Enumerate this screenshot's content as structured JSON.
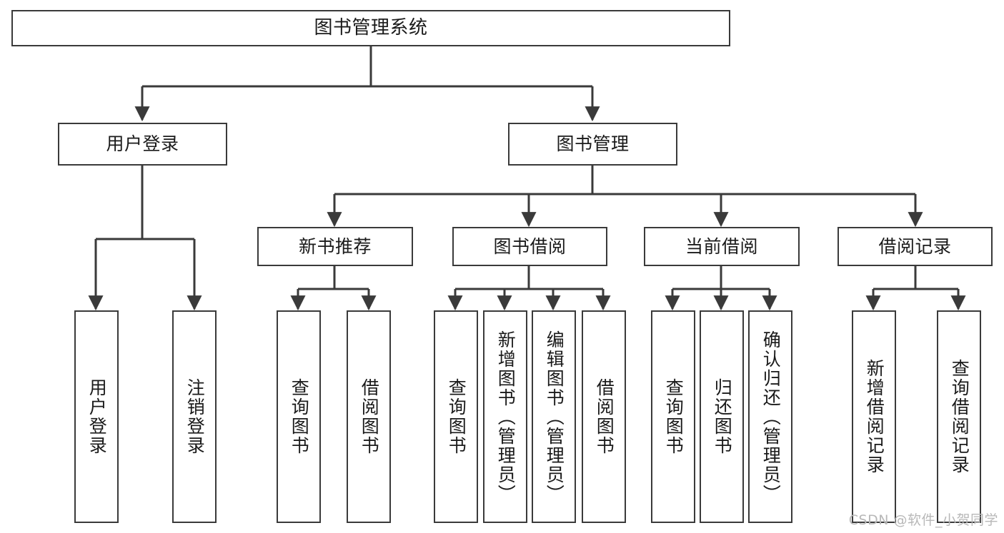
{
  "diagram": {
    "title": "图书管理系统",
    "type": "tree-hierarchy",
    "line_color": "#3a3a3a",
    "text_color": "#1a1a1a",
    "background_color": "#ffffff"
  },
  "root": {
    "label": "图书管理系统"
  },
  "level2": [
    {
      "label": "用户登录"
    },
    {
      "label": "图书管理"
    }
  ],
  "level3": [
    {
      "label": "新书推荐"
    },
    {
      "label": "图书借阅"
    },
    {
      "label": "当前借阅"
    },
    {
      "label": "借阅记录"
    }
  ],
  "leaves": {
    "user_login": [
      {
        "label": "用户登录"
      },
      {
        "label": "注销登录"
      }
    ],
    "new_book_recommend": [
      {
        "label": "查询图书"
      },
      {
        "label": "借阅图书"
      }
    ],
    "book_borrow": [
      {
        "label": "查询图书"
      },
      {
        "label": "新增图书（管理员）"
      },
      {
        "label": "编辑图书（管理员）"
      },
      {
        "label": "借阅图书"
      }
    ],
    "current_borrow": [
      {
        "label": "查询图书"
      },
      {
        "label": "归还图书"
      },
      {
        "label": "确认归还（管理员）"
      }
    ],
    "borrow_record": [
      {
        "label": "新增借阅记录"
      },
      {
        "label": "查询借阅记录"
      }
    ]
  },
  "watermark": {
    "text": "CSDN @软件_小贺同学"
  }
}
